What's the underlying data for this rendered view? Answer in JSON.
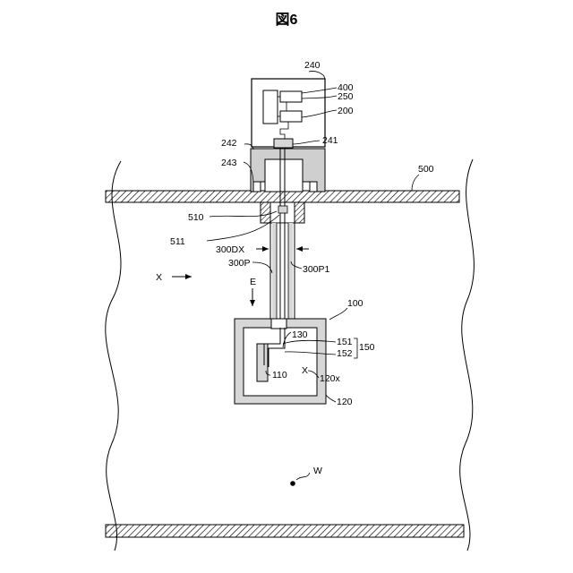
{
  "figure": {
    "title": "図6"
  },
  "labels": {
    "l240": "240",
    "l400": "400",
    "l250": "250",
    "l200": "200",
    "l242": "242",
    "l241": "241",
    "l243": "243",
    "l500": "500",
    "l510": "510",
    "l511": "511",
    "l300DX": "300DX",
    "l300P": "300P",
    "l300P1": "300P1",
    "lX": "X",
    "lE": "E",
    "l100": "100",
    "l130": "130",
    "l151": "151",
    "l152": "152",
    "l150": "150",
    "l110": "110",
    "lXin": "X",
    "l120x": "120x",
    "l120": "120",
    "lW": "W"
  }
}
